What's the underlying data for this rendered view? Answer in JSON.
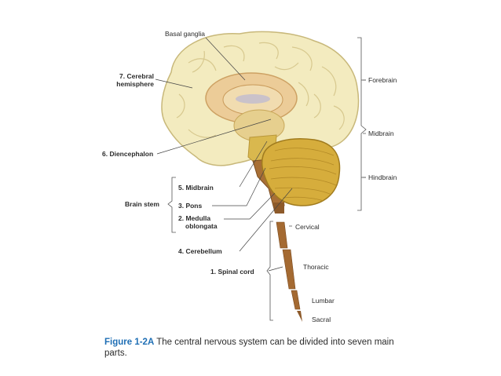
{
  "labels": {
    "basal_ganglia": "Basal ganglia",
    "cerebral_hemisphere_1": "7. Cerebral",
    "cerebral_hemisphere_2": "hemisphere",
    "diencephalon": "6. Diencephalon",
    "midbrain_part": "5. Midbrain",
    "pons": "3. Pons",
    "medulla_1": "2. Medulla",
    "medulla_2": "oblongata",
    "cerebellum": "4. Cerebellum",
    "spinal_cord": "1. Spinal cord",
    "brain_stem": "Brain stem",
    "forebrain": "Forebrain",
    "midbrain_region": "Midbrain",
    "hindbrain": "Hindbrain",
    "cervical": "Cervical",
    "thoracic": "Thoracic",
    "lumbar": "Lumbar",
    "sacral": "Sacral"
  },
  "caption": {
    "figure_label": "Figure 1-2A",
    "text": "The central nervous system can be divided into seven main parts."
  }
}
